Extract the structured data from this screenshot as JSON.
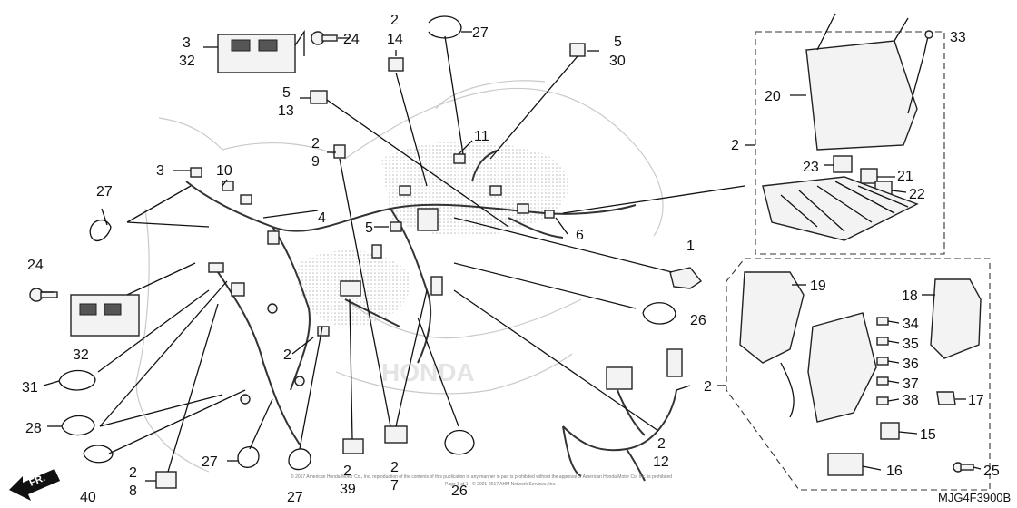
{
  "callouts": [
    {
      "id": "c1",
      "lines": [
        "3",
        "32"
      ]
    },
    {
      "id": "c2",
      "lines": [
        "24"
      ]
    },
    {
      "id": "c3",
      "lines": [
        "2",
        "14"
      ]
    },
    {
      "id": "c4",
      "lines": [
        "27"
      ]
    },
    {
      "id": "c5",
      "lines": [
        "5",
        "30"
      ]
    },
    {
      "id": "c6",
      "lines": [
        "5",
        "13"
      ]
    },
    {
      "id": "c7",
      "lines": [
        "2",
        "9"
      ]
    },
    {
      "id": "c8",
      "lines": [
        "11"
      ]
    },
    {
      "id": "c9",
      "lines": [
        "3"
      ]
    },
    {
      "id": "c10",
      "lines": [
        "10"
      ]
    },
    {
      "id": "c11",
      "lines": [
        "27"
      ]
    },
    {
      "id": "c12",
      "lines": [
        "4"
      ]
    },
    {
      "id": "c13",
      "lines": [
        "5"
      ]
    },
    {
      "id": "c14",
      "lines": [
        "6"
      ]
    },
    {
      "id": "c15",
      "lines": [
        "1"
      ]
    },
    {
      "id": "c16",
      "lines": [
        "24"
      ]
    },
    {
      "id": "c17",
      "lines": [
        "32"
      ]
    },
    {
      "id": "c18",
      "lines": [
        "26"
      ]
    },
    {
      "id": "c19",
      "lines": [
        "31"
      ]
    },
    {
      "id": "c20",
      "lines": [
        "2"
      ]
    },
    {
      "id": "c21",
      "lines": [
        "28"
      ]
    },
    {
      "id": "c22",
      "lines": [
        "2",
        "8"
      ]
    },
    {
      "id": "c23",
      "lines": [
        "40"
      ]
    },
    {
      "id": "c24",
      "lines": [
        "27"
      ]
    },
    {
      "id": "c25",
      "lines": [
        "27"
      ]
    },
    {
      "id": "c26",
      "lines": [
        "2",
        "39"
      ]
    },
    {
      "id": "c27",
      "lines": [
        "2",
        "7"
      ]
    },
    {
      "id": "c28",
      "lines": [
        "26"
      ]
    },
    {
      "id": "c29",
      "lines": [
        "2",
        "12"
      ]
    },
    {
      "id": "c30",
      "lines": [
        "33"
      ]
    },
    {
      "id": "c31",
      "lines": [
        "20"
      ]
    },
    {
      "id": "c32",
      "lines": [
        "2"
      ]
    },
    {
      "id": "c33",
      "lines": [
        "23"
      ]
    },
    {
      "id": "c34",
      "lines": [
        "21"
      ]
    },
    {
      "id": "c35",
      "lines": [
        "22"
      ]
    },
    {
      "id": "c36",
      "lines": [
        "19"
      ]
    },
    {
      "id": "c37",
      "lines": [
        "18"
      ]
    },
    {
      "id": "c38",
      "lines": [
        "2"
      ]
    },
    {
      "id": "c39",
      "lines": [
        "34"
      ]
    },
    {
      "id": "c40",
      "lines": [
        "35"
      ]
    },
    {
      "id": "c41",
      "lines": [
        "36"
      ]
    },
    {
      "id": "c42",
      "lines": [
        "37"
      ]
    },
    {
      "id": "c43",
      "lines": [
        "38"
      ]
    },
    {
      "id": "c44",
      "lines": [
        "17"
      ]
    },
    {
      "id": "c45",
      "lines": [
        "15"
      ]
    },
    {
      "id": "c46",
      "lines": [
        "16"
      ]
    },
    {
      "id": "c47",
      "lines": [
        "25"
      ]
    }
  ],
  "direction_label": "FR.",
  "diagram_code": "MJG4F3900B",
  "copyright_line1": "© 2017 American Honda Motor Co., Inc. reproduction of the contents of this publication in any manner in part is prohibited without the approval of American Honda Motor Co. Inc. is prohibited",
  "copyright_line2": "Page 1 of 1 · © 2001-2017 AHM Network Services, Inc."
}
